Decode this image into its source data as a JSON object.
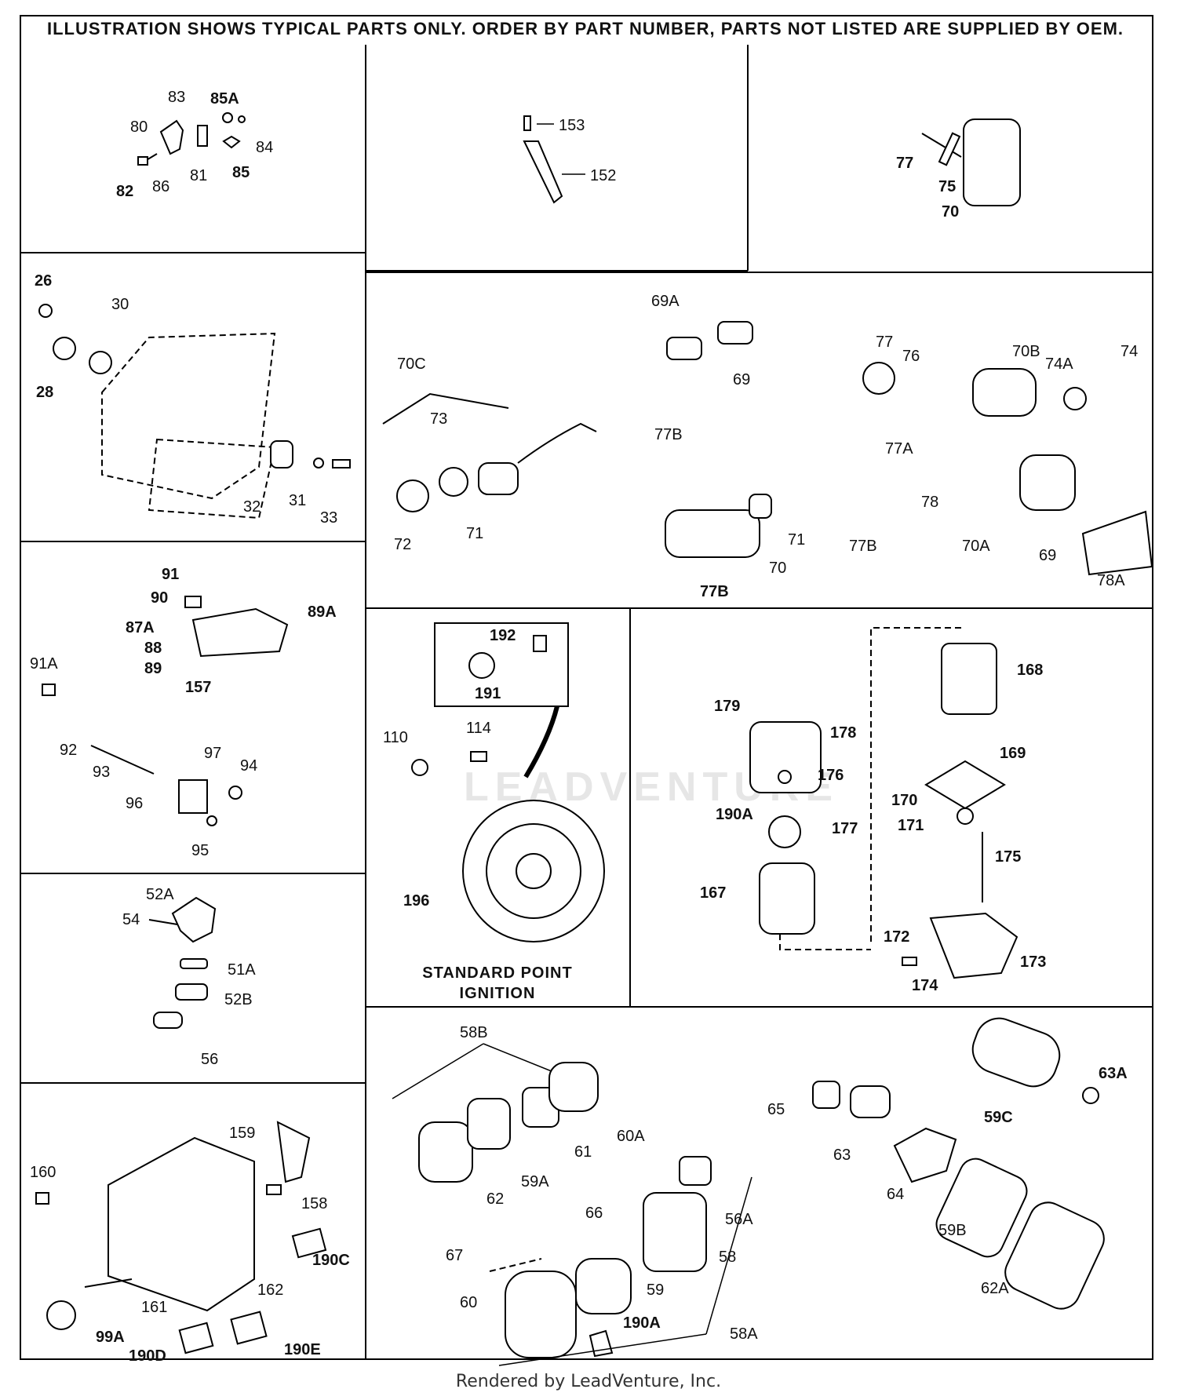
{
  "header": {
    "notice": "ILLUSTRATION SHOWS TYPICAL PARTS ONLY. ORDER BY PART NUMBER, PARTS NOT LISTED ARE SUPPLIED BY OEM."
  },
  "footer": {
    "credit": "Rendered by LeadVenture, Inc."
  },
  "watermark": {
    "text": "LEADVENTURE"
  },
  "callouts": {
    "p1": [
      "83",
      "85A",
      "80",
      "84",
      "82",
      "86",
      "81",
      "85"
    ],
    "p2": [
      "153",
      "152"
    ],
    "p3": [
      "77",
      "75",
      "70"
    ],
    "p4": [
      "26",
      "30",
      "28",
      "32",
      "31",
      "33"
    ],
    "p5": [
      "70C",
      "73",
      "72",
      "71",
      "69A",
      "69",
      "77B",
      "71",
      "70",
      "77B",
      "77",
      "76",
      "70B",
      "74A",
      "74",
      "77A",
      "78",
      "77B",
      "70A",
      "69",
      "78A"
    ],
    "p6": [
      "91",
      "90",
      "89A",
      "87A",
      "88",
      "89",
      "157",
      "91A",
      "92",
      "93",
      "97",
      "94",
      "96",
      "95"
    ],
    "p7": [
      "192",
      "191",
      "110",
      "114",
      "196"
    ],
    "p8": [
      "168",
      "179",
      "178",
      "169",
      "176",
      "170",
      "190A",
      "171",
      "177",
      "175",
      "167",
      "172",
      "173",
      "174"
    ],
    "p9": [
      "52A",
      "54",
      "51A",
      "52B",
      "56"
    ],
    "p10": [
      "159",
      "160",
      "158",
      "190C",
      "162",
      "161",
      "99A",
      "190D",
      "190E"
    ],
    "p11": [
      "58B",
      "60A",
      "61",
      "59A",
      "62",
      "66",
      "56A",
      "67",
      "58",
      "59",
      "60",
      "190A",
      "58A"
    ],
    "p12": [
      "63A",
      "65",
      "59C",
      "63",
      "64",
      "59B",
      "62A"
    ]
  },
  "ignition_label": {
    "line1": "STANDARD POINT",
    "line2": "IGNITION"
  }
}
